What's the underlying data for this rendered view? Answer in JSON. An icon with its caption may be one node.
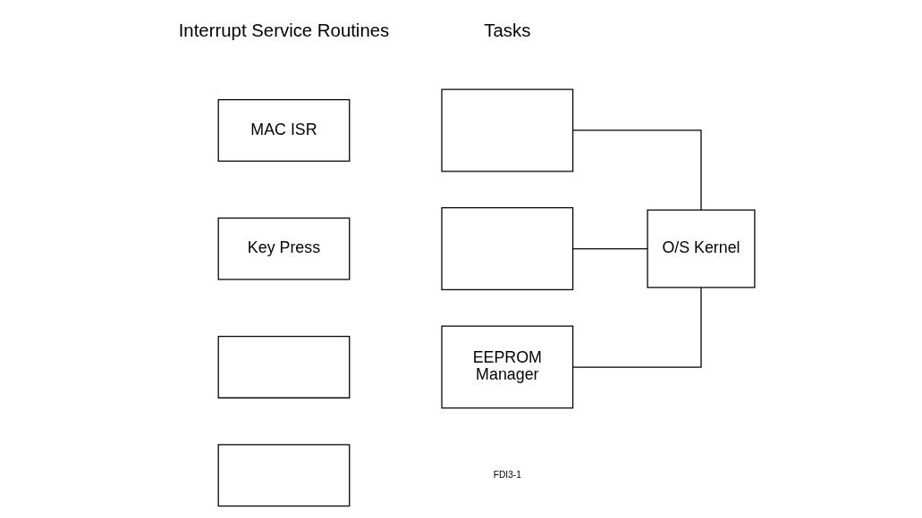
{
  "diagram": {
    "nodes": [
      {
        "text": [
          "MAC ISR"
        ]
      },
      {
        "text": [
          "Key Press"
        ]
      },
      {
        "text": [],
        "shape": "box"
      },
      {
        "text": [],
        "shape": "box"
      },
      {
        "text": [],
        "shape": "box"
      },
      {
        "text": [],
        "shape": "box"
      },
      {
        "text": [
          "EEPROM Manager"
        ]
      },
      {
        "text": [
          "O/S Kernel"
        ]
      }
    ],
    "edges": [
      {
        "from": 4,
        "to": 7,
        "arrow": "none"
      },
      {
        "from": 5,
        "to": 7,
        "arrow": "none"
      },
      {
        "from": 6,
        "to": 7,
        "arrow": "none"
      }
    ],
    "labels": [
      "Interrupt Service Routines",
      "Tasks",
      "FDI3-1"
    ]
  }
}
